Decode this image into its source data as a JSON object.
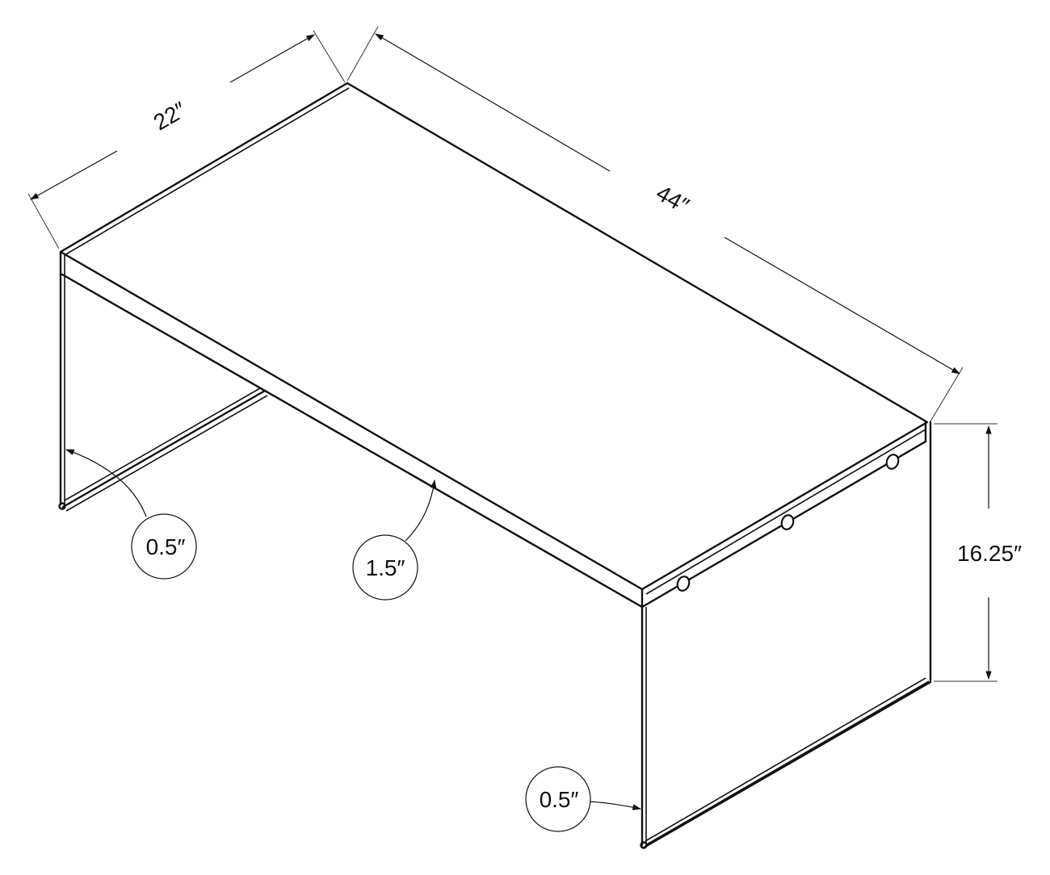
{
  "diagram": {
    "subject": "Rectangular coffee table with waterfall glass legs (isometric line drawing)",
    "colors": {
      "line": "#111111",
      "background": "#ffffff"
    },
    "dimensions": {
      "width": {
        "label": "22″",
        "value_in": 22
      },
      "length": {
        "label": "44″",
        "value_in": 44
      },
      "height": {
        "label": "16.25″",
        "value_in": 16.25
      }
    },
    "callouts": [
      {
        "label": "0.5″",
        "target": "left leg panel thickness",
        "value_in": 0.5
      },
      {
        "label": "1.5″",
        "target": "tabletop apron thickness",
        "value_in": 1.5
      },
      {
        "label": "0.5″",
        "target": "right leg panel thickness",
        "value_in": 0.5
      }
    ],
    "features": {
      "fastener_holes_visible": 3
    }
  }
}
